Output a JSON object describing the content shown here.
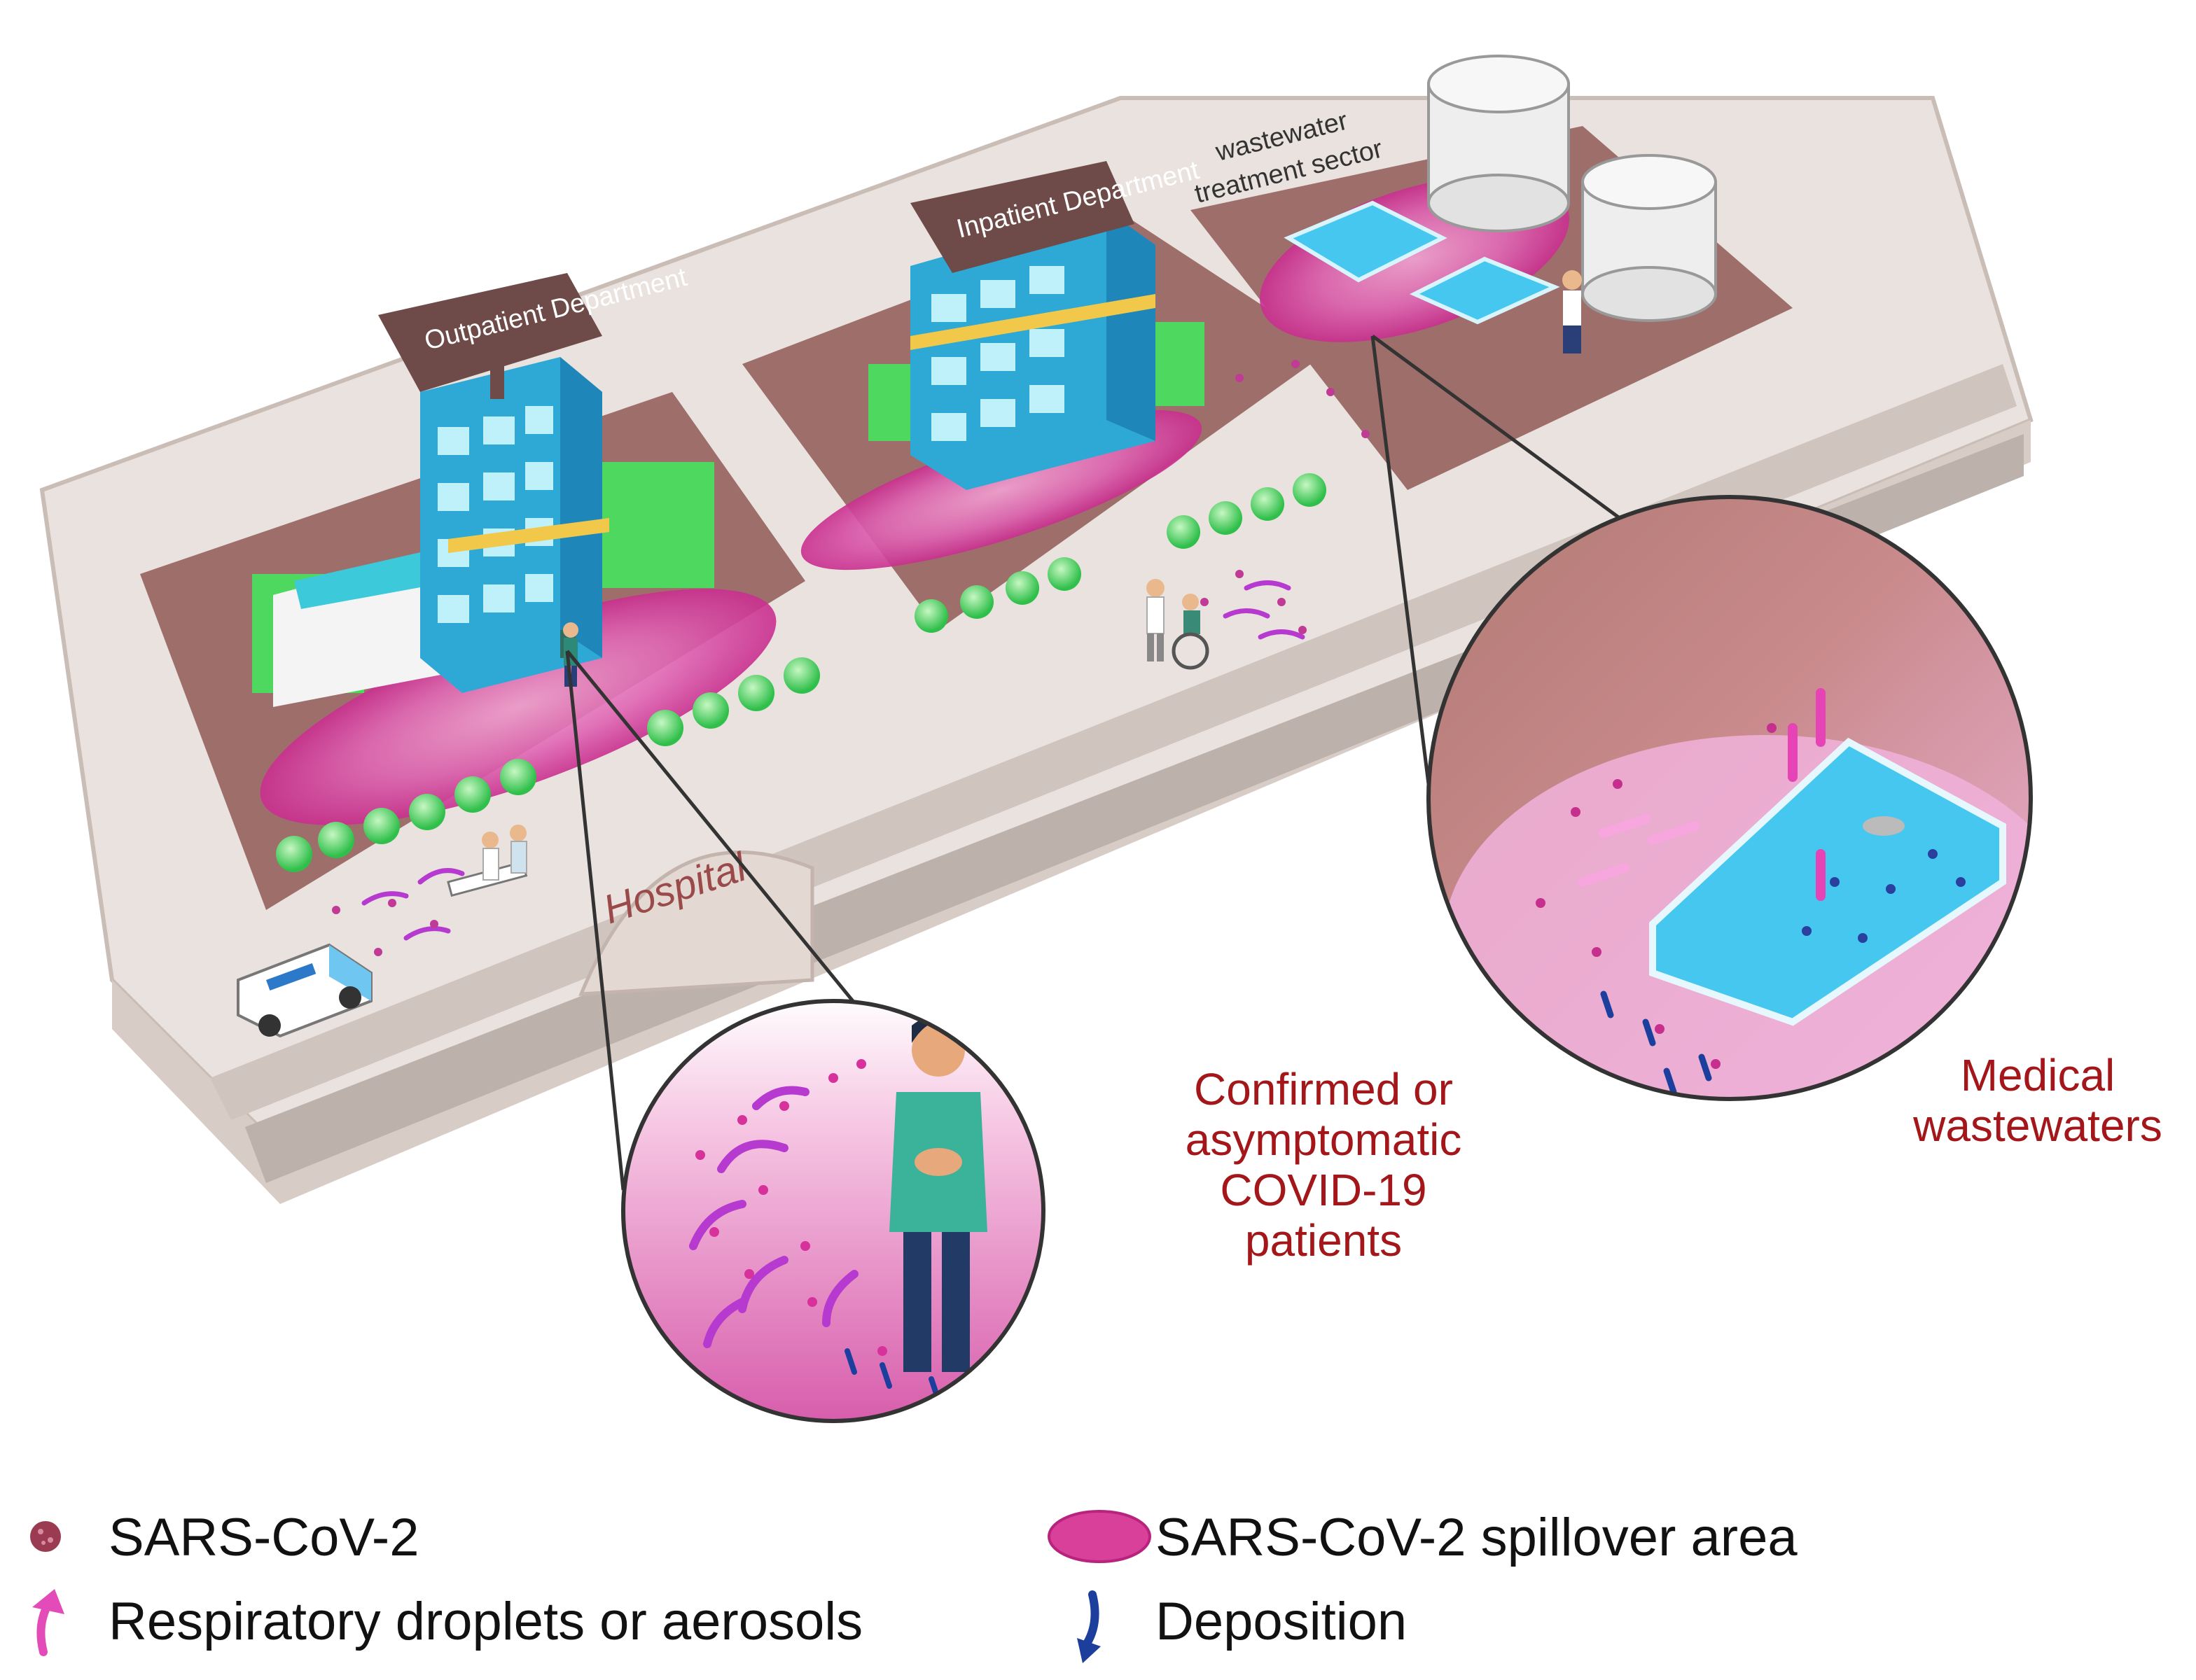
{
  "buildings": {
    "outpatient": "Outpatient Department",
    "inpatient": "Inpatient Department",
    "wastewater_line1": "wastewater",
    "wastewater_line2": "treatment sector",
    "hospital_sign": "Hospital"
  },
  "callouts": {
    "patients": [
      "Confirmed or",
      "asymptomatic",
      "COVID-19",
      "patients"
    ],
    "wastewater": [
      "Medical",
      "wastewaters"
    ]
  },
  "legend": {
    "virus": "SARS-CoV-2",
    "spillover": "SARS-CoV-2 spillover area",
    "droplets": "Respiratory droplets or aerosols",
    "deposition": "Deposition"
  },
  "colors": {
    "callout_text": "#a3161a",
    "spillover": "#d9409a",
    "ground": "#9e6f6a",
    "platform": "#e9e2de",
    "building": "#2ea9d6",
    "tree": "#4fd85f",
    "water": "#46c7ef",
    "droplet_arrow": "#b63ad0",
    "deposition_arrow": "#1c3f9e"
  },
  "icons": [
    "virus-icon",
    "spillover-icon",
    "droplet-arrow-icon",
    "deposition-arrow-icon",
    "patient-person-icon",
    "wastewater-tank-icon",
    "ambulance-icon",
    "wheelchair-icon"
  ]
}
